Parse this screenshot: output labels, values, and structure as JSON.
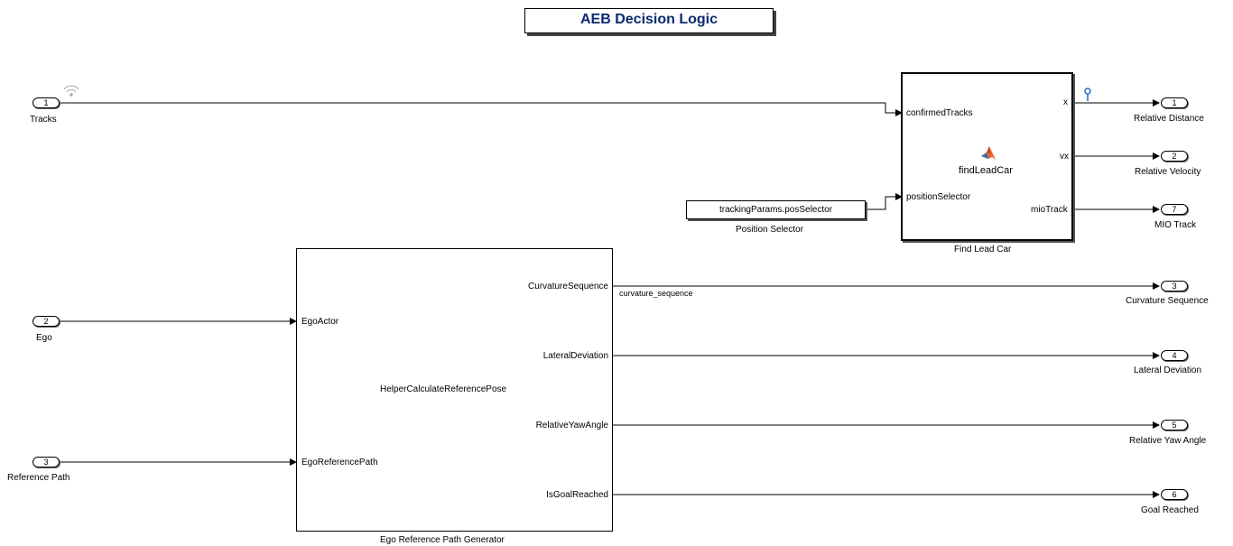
{
  "title": "AEB Decision Logic",
  "inports": [
    {
      "number": "1",
      "label": "Tracks"
    },
    {
      "number": "2",
      "label": "Ego"
    },
    {
      "number": "3",
      "label": "Reference Path"
    }
  ],
  "outports": [
    {
      "number": "1",
      "label": "Relative Distance"
    },
    {
      "number": "2",
      "label": "Relative Velocity"
    },
    {
      "number": "7",
      "label": "MIO Track"
    },
    {
      "number": "3",
      "label": "Curvature Sequence"
    },
    {
      "number": "4",
      "label": "Lateral Deviation"
    },
    {
      "number": "5",
      "label": "Relative Yaw Angle"
    },
    {
      "number": "6",
      "label": "Goal Reached"
    }
  ],
  "find_lead_car": {
    "name": "Find Lead Car",
    "function": "findLeadCar",
    "inputs": [
      "confirmedTracks",
      "positionSelector"
    ],
    "outputs": [
      "x",
      "vx",
      "mioTrack"
    ]
  },
  "position_selector": {
    "name": "Position Selector",
    "value": "trackingParams.posSelector"
  },
  "ref_path_gen": {
    "name": "Ego Reference Path Generator",
    "function": "HelperCalculateReferencePose",
    "inputs": [
      "EgoActor",
      "EgoReferencePath"
    ],
    "outputs": [
      "CurvatureSequence",
      "LateralDeviation",
      "RelativeYawAngle",
      "IsGoalReached"
    ]
  },
  "signal_labels": {
    "curvature": "curvature_sequence"
  }
}
